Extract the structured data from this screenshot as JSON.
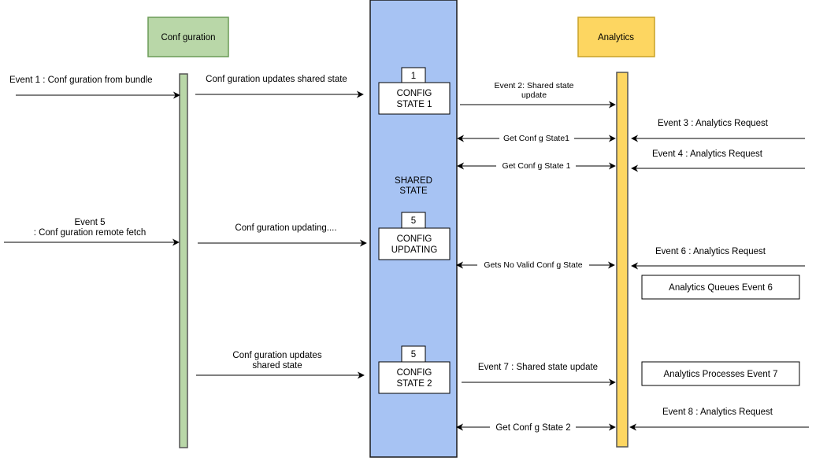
{
  "participants": {
    "configuration": "Conf guration",
    "analytics": "Analytics",
    "shared_state": [
      "SHARED",
      "STATE"
    ]
  },
  "states": [
    {
      "tag": "1",
      "lines": [
        "CONFIG",
        "STATE 1"
      ]
    },
    {
      "tag": "5",
      "lines": [
        "CONFIG",
        "UPDATING"
      ]
    },
    {
      "tag": "5",
      "lines": [
        "CONFIG",
        "STATE 2"
      ]
    }
  ],
  "events": {
    "event1": "Event 1 : Conf guration from bundle",
    "event5": [
      "Event 5",
      ": Conf guration remote fetch"
    ],
    "event3": "Event 3 : Analytics Request",
    "event4": "Event 4 : Analytics Request",
    "event6": "Event 6 : Analytics Request",
    "event8": "Event 8 : Analytics Request"
  },
  "messages": {
    "config_updates_shared_state": "Conf guration updates shared state",
    "config_updating": "Conf guration updating....",
    "config_updates_shared_state_2": [
      "Conf guration updates",
      "shared state"
    ],
    "event2_shared_state_update": [
      "Event 2: Shared state",
      "update"
    ],
    "get_config_state1_a": "Get Conf g State1",
    "get_config_state1_b": "Get Conf g State 1",
    "gets_no_valid_config_state": "Gets No Valid Conf g State",
    "event7_shared_state_update": "Event 7 : Shared state update",
    "get_config_state2": "Get Conf g State 2"
  },
  "analytics_notes": {
    "queues_event6": "Analytics Queues Event 6",
    "processes_event7": "Analytics Processes Event 7"
  },
  "colors": {
    "config_fill": "#b9d7a8",
    "config_stroke": "#6a9b57",
    "analytics_fill": "#fdd661",
    "analytics_stroke": "#c9a227",
    "shared_fill": "#a7c3f3",
    "shared_stroke": "#1a1a1a"
  }
}
